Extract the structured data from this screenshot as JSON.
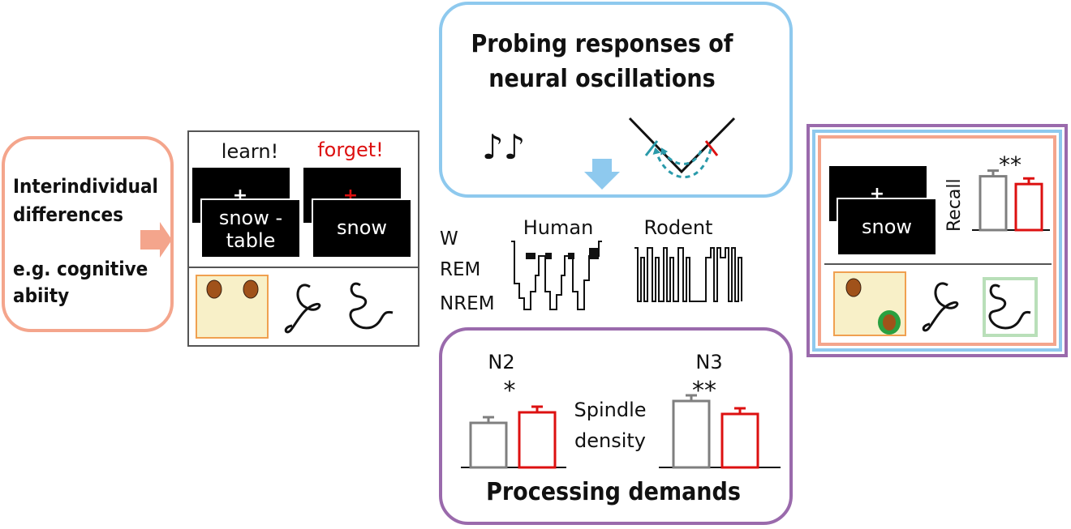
{
  "left_panel": {
    "title_line1": "Interindividual",
    "title_line2": "differences",
    "example_line1": "e.g. cognitive",
    "example_line2": "abiity",
    "accent_color": "#f4a58c"
  },
  "task_panel": {
    "learn_cue": "learn!",
    "forget_cue": "forget!",
    "learn_word_line1": "snow -",
    "learn_word_line2": "table",
    "forget_word": "snow",
    "fixation": "+",
    "forget_color": "#dd1010",
    "box_color": "#f8f0c8",
    "box_border": "#f0a050",
    "circle_color": "#a0521a"
  },
  "probe_panel": {
    "title_line1": "Probing responses of",
    "title_line2": "neural oscillations",
    "music_glyph": "♪♪",
    "accent_color": "#8ec9ee",
    "arrow_color": "#2a9aaa"
  },
  "hypnogram": {
    "stage_labels": [
      "W",
      "REM",
      "NREM"
    ],
    "human_label": "Human",
    "rodent_label": "Rodent"
  },
  "processing_panel": {
    "title": "Processing demands",
    "n2_label": "N2",
    "n2_stars": "*",
    "n3_label": "N3",
    "n3_stars": "**",
    "measure_line1": "Spindle",
    "measure_line2": "density",
    "accent_color": "#9a6aac",
    "bar_colors": [
      "#7f7f7f",
      "#dd1010"
    ],
    "n2_values": [
      0.55,
      0.68
    ],
    "n3_values": [
      0.82,
      0.66
    ]
  },
  "result_panel": {
    "fixation": "+",
    "word": "snow",
    "recall_label": "Recall",
    "stars": "**",
    "recall_values": [
      0.83,
      0.71
    ],
    "frame_colors": [
      "#9a6aac",
      "#8ec9ee",
      "#f4a58c"
    ],
    "highlight_color": "#b9dfb9",
    "green_ring": "#2aa040"
  }
}
